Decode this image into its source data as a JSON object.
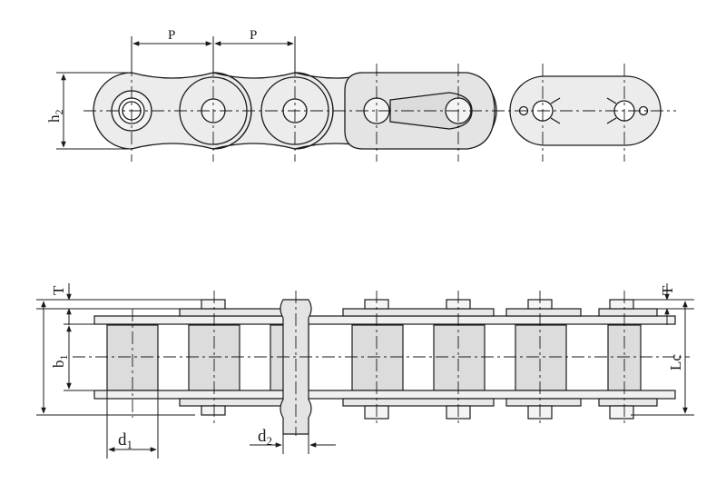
{
  "labels": {
    "pitch_1": "P",
    "pitch_2": "P",
    "link_height": "h2",
    "link_height_main": "h",
    "link_height_sub": "2",
    "plate_thickness_left": "T",
    "plate_thickness_right": "T",
    "inner_width": "b1",
    "inner_width_main": "b",
    "inner_width_sub": "1",
    "roller_diameter": "d1",
    "roller_diameter_main": "d",
    "roller_diameter_sub": "1",
    "pin_diameter": "d2",
    "pin_diameter_main": "d",
    "pin_diameter_sub": "2",
    "pin_length": "Lc"
  },
  "colors": {
    "line": "#1a1a1a",
    "fill_light": "#ececec",
    "fill_mid": "#d6d6d6",
    "fill_roller": "#dcdcdc",
    "background": "#ffffff"
  }
}
